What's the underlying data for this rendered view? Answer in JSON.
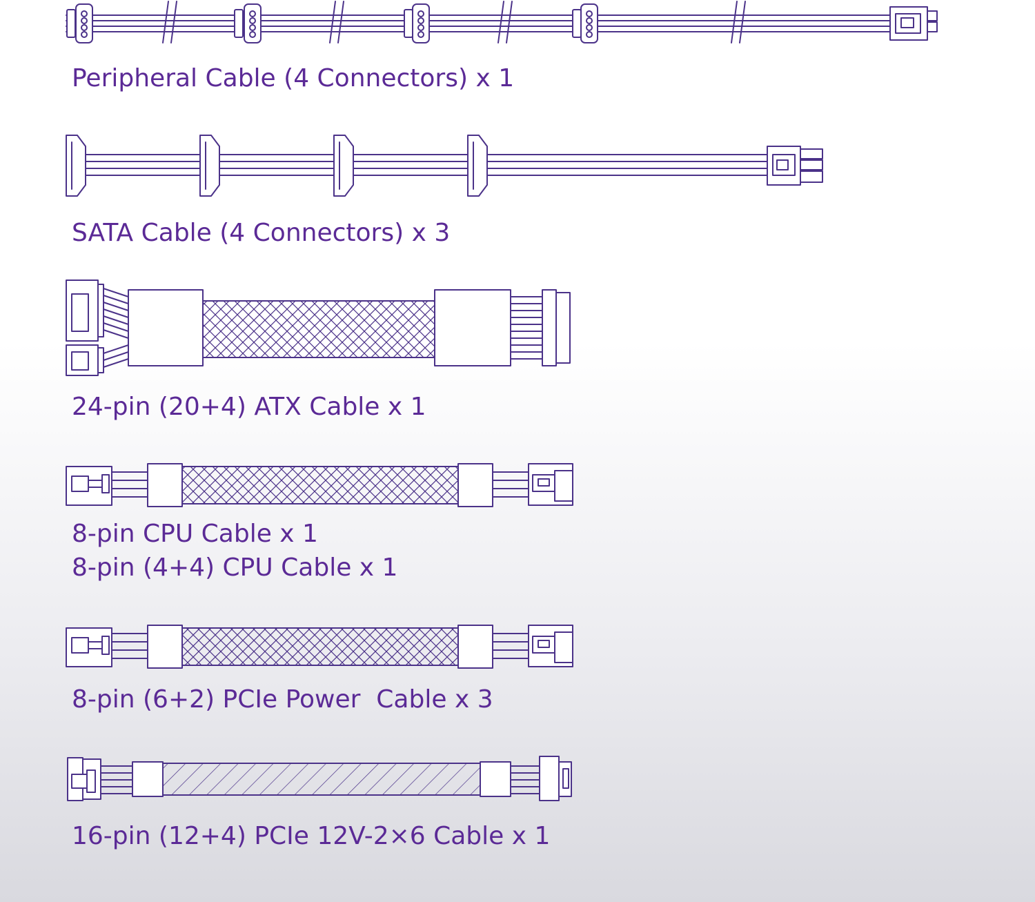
{
  "colors": {
    "line": "#4b3289",
    "text": "#5b2a96",
    "fill": "#ffffff"
  },
  "cables": [
    {
      "id": "peripheral",
      "lines": [
        "Peripheral Cable (4 Connectors) x 1"
      ]
    },
    {
      "id": "sata",
      "lines": [
        "SATA Cable (4 Connectors) x 3"
      ]
    },
    {
      "id": "atx",
      "lines": [
        "24-pin (20+4) ATX Cable x 1"
      ]
    },
    {
      "id": "cpu",
      "lines": [
        "8-pin CPU Cable x 1",
        "8-pin (4+4) CPU Cable x 1"
      ]
    },
    {
      "id": "pcie",
      "lines": [
        "8-pin (6+2) PCIe Power  Cable x 3"
      ]
    },
    {
      "id": "pcie16",
      "lines": [
        "16-pin (12+4) PCIe 12V-2×6 Cable x 1"
      ]
    }
  ]
}
